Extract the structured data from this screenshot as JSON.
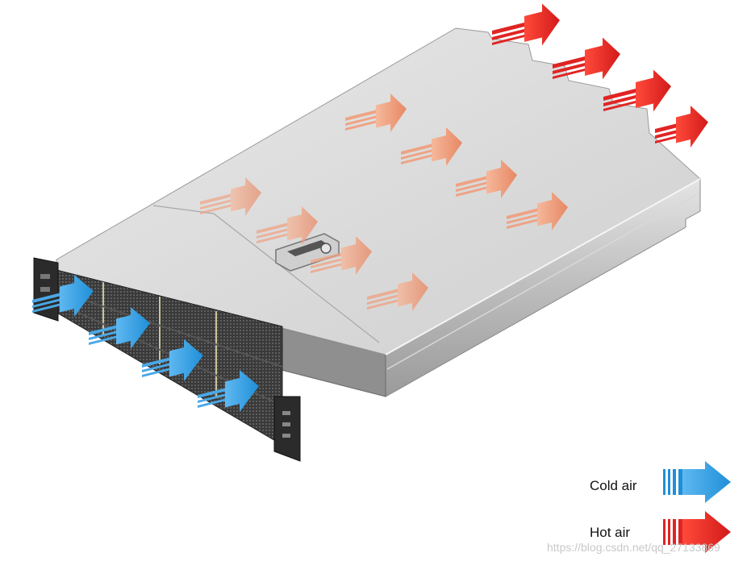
{
  "legend": {
    "cold_label": "Cold air",
    "hot_label": "Hot air"
  },
  "watermark": "https://blog.csdn.net/qq_27133869",
  "colors": {
    "cold": "#1f8fd8",
    "hot": "#e02424",
    "hot_internal": "#ec8a66",
    "chassis_top": "#dcdcdc",
    "chassis_side": "#b9b9b9",
    "bezel": "#2b2b2b"
  },
  "icons": {
    "cold_arrow": "cold-air-arrow-icon",
    "hot_arrow": "hot-air-arrow-icon",
    "lock": "lock-latch-icon"
  }
}
